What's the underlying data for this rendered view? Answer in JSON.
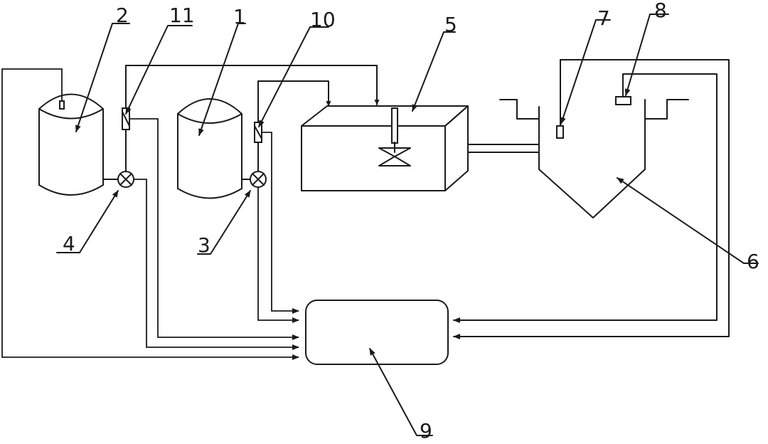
{
  "diagram": {
    "labels": {
      "l1": "1",
      "l2": "2",
      "l3": "3",
      "l4": "4",
      "l5": "5",
      "l6": "6",
      "l7": "7",
      "l8": "8",
      "l9": "9",
      "l10": "10",
      "l11": "11"
    }
  }
}
